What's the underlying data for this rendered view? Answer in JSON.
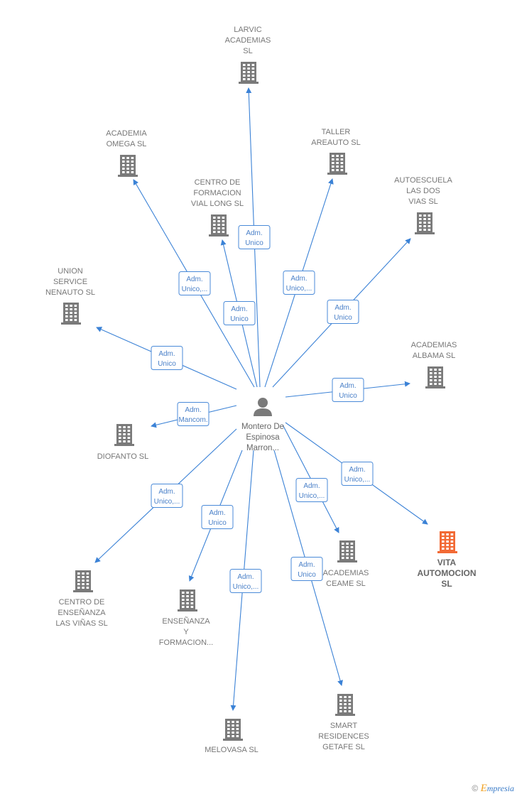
{
  "center": {
    "name_lines": [
      "Montero De",
      "Espinosa",
      "Marron..."
    ]
  },
  "colors": {
    "edge": "#3b82d6",
    "building": "#7a7a7a",
    "highlight": "#f26a35",
    "person": "#7a7a7a"
  },
  "companies": [
    {
      "id": "larvic",
      "lines": [
        "LARVIC",
        "ACADEMIAS",
        "SL"
      ],
      "role": [
        "Adm.",
        "Unico"
      ]
    },
    {
      "id": "academia-omega",
      "lines": [
        "ACADEMIA",
        "OMEGA SL"
      ],
      "role": [
        "Adm.",
        "Unico,..."
      ]
    },
    {
      "id": "taller-areauto",
      "lines": [
        "TALLER",
        "AREAUTO  SL"
      ],
      "role": [
        "Adm.",
        "Unico,..."
      ]
    },
    {
      "id": "centro-formacion-vial",
      "lines": [
        "CENTRO DE",
        "FORMACION",
        "VIAL LONG SL"
      ],
      "role": [
        "Adm.",
        "Unico"
      ]
    },
    {
      "id": "autoescuela-dos-vias",
      "lines": [
        "AUTOESCUELA",
        "LAS DOS",
        "VIAS  SL"
      ],
      "role": [
        "Adm.",
        "Unico"
      ]
    },
    {
      "id": "union-service",
      "lines": [
        "UNION",
        "SERVICE",
        "NENAUTO SL"
      ],
      "role": [
        "Adm.",
        "Unico"
      ]
    },
    {
      "id": "academias-albama",
      "lines": [
        "ACADEMIAS",
        "ALBAMA SL"
      ],
      "role": [
        "Adm.",
        "Unico"
      ]
    },
    {
      "id": "diofanto",
      "lines": [
        "DIOFANTO  SL"
      ],
      "role": [
        "Adm.",
        "Mancom."
      ]
    },
    {
      "id": "vita-automocion",
      "lines": [
        "VITA",
        "AUTOMOCION",
        "SL"
      ],
      "role": [
        "Adm.",
        "Unico,..."
      ],
      "highlight": true
    },
    {
      "id": "academias-ceame",
      "lines": [
        "ACADEMIAS",
        "CEAME  SL"
      ],
      "role": [
        "Adm.",
        "Unico,..."
      ]
    },
    {
      "id": "centro-ensenanza",
      "lines": [
        "CENTRO DE",
        "ENSEÑANZA",
        "LAS VIÑAS  SL"
      ],
      "role": [
        "Adm.",
        "Unico,..."
      ]
    },
    {
      "id": "ensenanza-formacion",
      "lines": [
        "ENSEÑANZA",
        "Y",
        "FORMACION..."
      ],
      "role": [
        "Adm.",
        "Unico"
      ]
    },
    {
      "id": "melovasa",
      "lines": [
        "MELOVASA  SL"
      ],
      "role": [
        "Adm.",
        "Unico,..."
      ]
    },
    {
      "id": "smart-residences",
      "lines": [
        "SMART",
        "RESIDENCES",
        "GETAFE  SL"
      ],
      "role": [
        "Adm.",
        "Unico"
      ]
    }
  ],
  "watermark": {
    "copyright": "©",
    "brand_initial": "E",
    "brand_rest": "mpresia"
  }
}
